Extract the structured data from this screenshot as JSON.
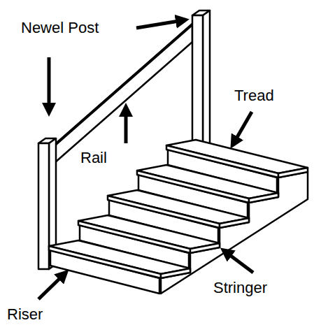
{
  "diagram": {
    "labels": [
      "Newel Post",
      "Tread",
      "Rail",
      "Stringer",
      "Riser"
    ]
  }
}
